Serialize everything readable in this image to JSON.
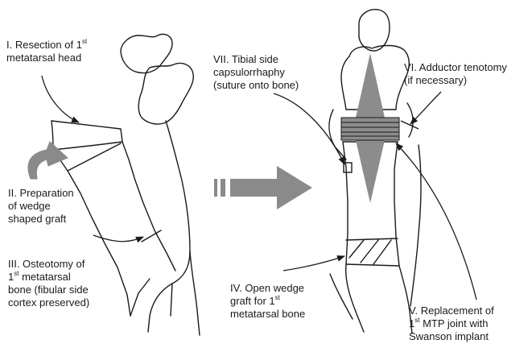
{
  "labels": {
    "step1": {
      "pre": "I. Resection of 1",
      "sup": "st",
      "line2": "metatarsal head"
    },
    "step2": {
      "line1": "II. Preparation",
      "line2": "of wedge",
      "line3": "shaped graft"
    },
    "step3": {
      "line1": "III. Osteotomy of",
      "pre2": "1",
      "sup": "st",
      "post2": " metatarsal",
      "line3": "bone (fibular side",
      "line4": "cortex preserved)"
    },
    "step4": {
      "line1": "IV. Open wedge",
      "pre2": "graft for 1",
      "sup": "st",
      "line3": "metatarsal bone"
    },
    "step5": {
      "line1": "V. Replacement of",
      "pre2": "1",
      "sup": "st",
      "post2": " MTP joint with",
      "line3": "Swanson implant"
    },
    "step6": {
      "line1": "VI. Adductor tenotomy",
      "line2": "(if necessary)"
    },
    "step7": {
      "line1": "VII. Tibial side",
      "line2": "capsulorrhaphy",
      "line3": "(suture onto bone)"
    }
  },
  "colors": {
    "outline": "#1a1a1a",
    "arrow_gray": "#8a8a8a",
    "implant_gray": "#8c8c8c",
    "text": "#1a1a1a"
  }
}
